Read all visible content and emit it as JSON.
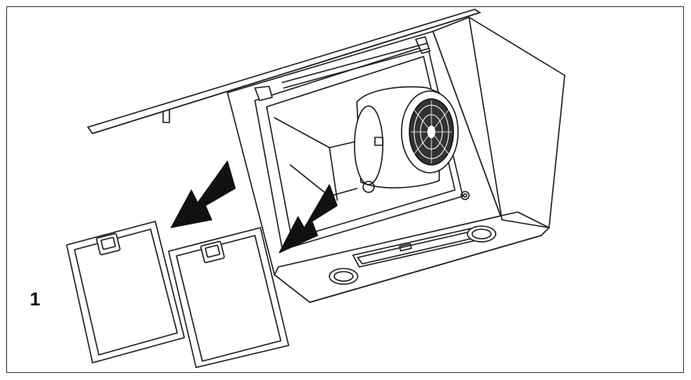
{
  "step": {
    "number": "1"
  },
  "colors": {
    "line": "#222222",
    "fill": "#ffffff",
    "arrow": "#111111",
    "frame": "#3a3a3a"
  },
  "icons": [
    "hood-body-illustration",
    "fan-motor-illustration",
    "filter-panel-illustration",
    "removal-arrow-icon"
  ]
}
